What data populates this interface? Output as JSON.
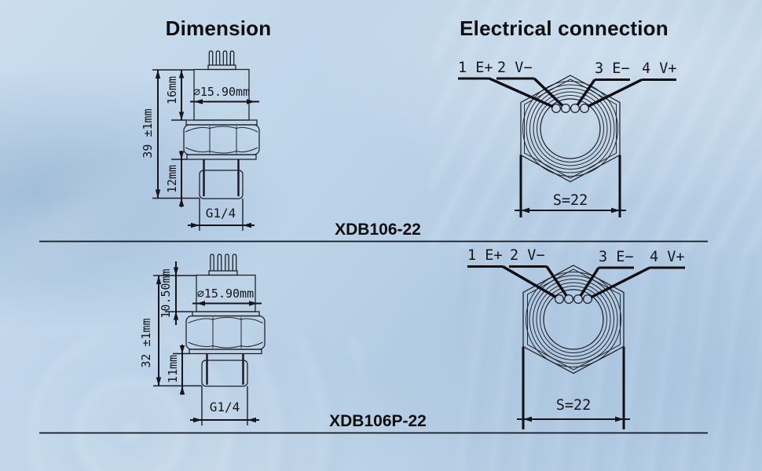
{
  "titles": {
    "dimension": "Dimension",
    "electrical": "Electrical connection"
  },
  "models": {
    "top": "XDB106-22",
    "bottom": "XDB106P-22"
  },
  "sensor_top": {
    "diameter": "∅15.90mm",
    "upper": "16mm",
    "overall": "39 ±1mm",
    "lower": "12mm",
    "thread": "G1/4"
  },
  "sensor_bottom": {
    "diameter": "∅15.90mm",
    "upper": "10.50mm",
    "overall": "32 ±1mm",
    "lower": "11mm",
    "thread": "G1/4"
  },
  "pinout": {
    "pin1": "1 E+",
    "pin2": "2 V−",
    "pin3": "3 E−",
    "pin4": "4 V+",
    "wrench_flat": "S=22"
  }
}
